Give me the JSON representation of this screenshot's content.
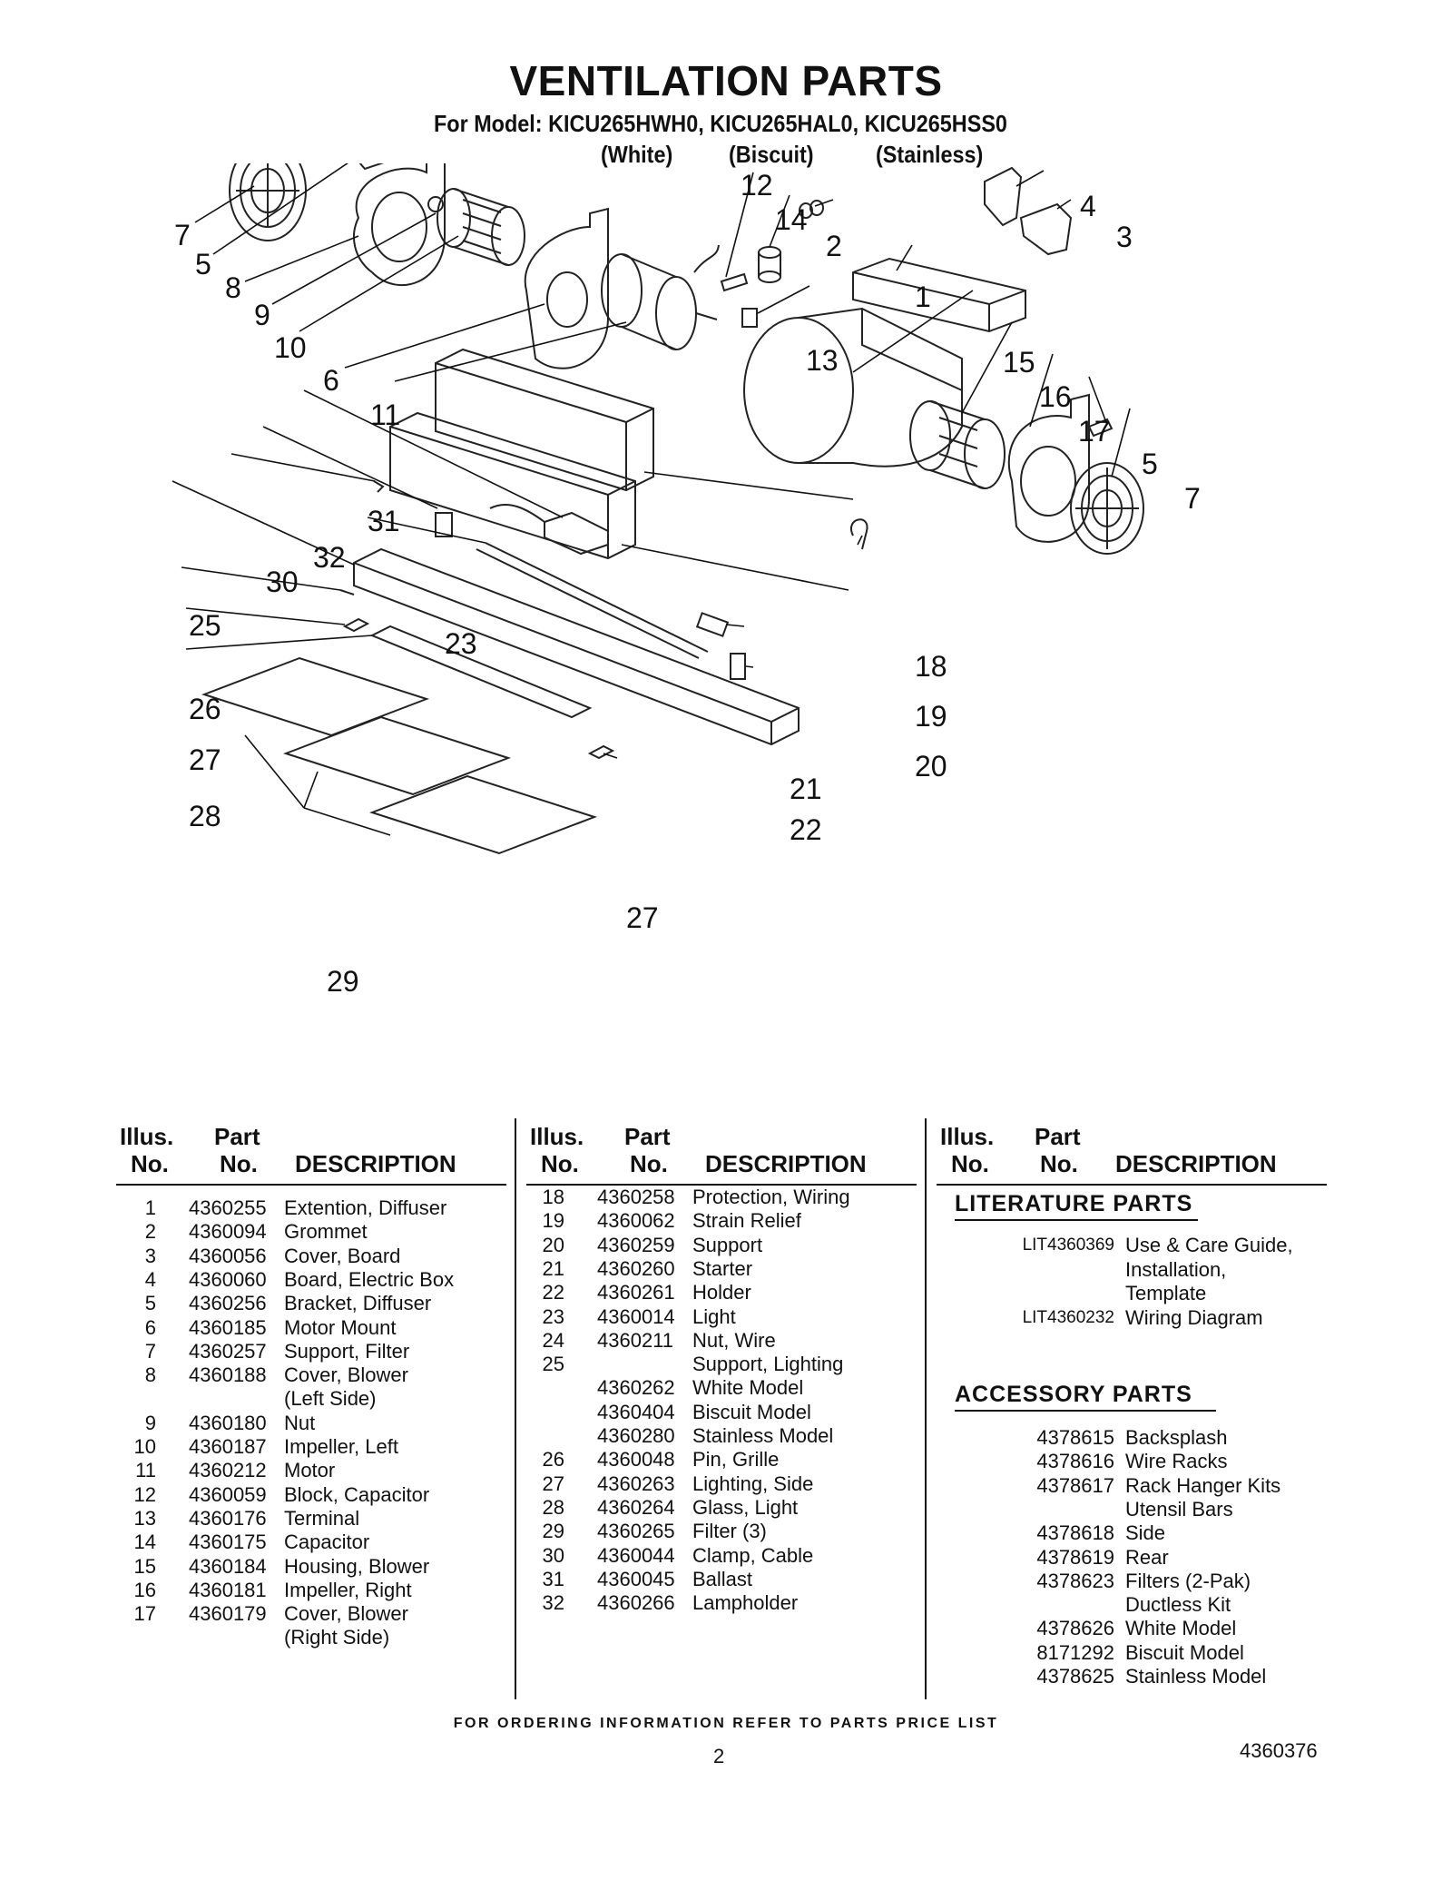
{
  "header": {
    "title": "VENTILATION PARTS",
    "subtitle": "For Model: KICU265HWH0, KICU265HAL0, KICU265HSS0",
    "variants": [
      "(White)",
      "(Biscuit)",
      "(Stainless)"
    ]
  },
  "table_header": {
    "illus_1": "Illus.",
    "illus_2": "No.",
    "part_1": "Part",
    "part_2": "No.",
    "desc": "DESCRIPTION"
  },
  "column1": [
    {
      "illus": "1",
      "part": "4360255",
      "desc": "Extention, Diffuser"
    },
    {
      "illus": "2",
      "part": "4360094",
      "desc": "Grommet"
    },
    {
      "illus": "3",
      "part": "4360056",
      "desc": "Cover, Board"
    },
    {
      "illus": "4",
      "part": "4360060",
      "desc": "Board, Electric Box"
    },
    {
      "illus": "5",
      "part": "4360256",
      "desc": "Bracket, Diffuser"
    },
    {
      "illus": "6",
      "part": "4360185",
      "desc": "Motor Mount"
    },
    {
      "illus": "7",
      "part": "4360257",
      "desc": "Support, Filter"
    },
    {
      "illus": "8",
      "part": "4360188",
      "desc": "Cover, Blower"
    },
    {
      "illus": "",
      "part": "",
      "desc": "(Left Side)"
    },
    {
      "illus": "9",
      "part": "4360180",
      "desc": "Nut"
    },
    {
      "illus": "10",
      "part": "4360187",
      "desc": "Impeller, Left"
    },
    {
      "illus": "11",
      "part": "4360212",
      "desc": "Motor"
    },
    {
      "illus": "12",
      "part": "4360059",
      "desc": "Block, Capacitor"
    },
    {
      "illus": "13",
      "part": "4360176",
      "desc": "Terminal"
    },
    {
      "illus": "14",
      "part": "4360175",
      "desc": "Capacitor"
    },
    {
      "illus": "15",
      "part": "4360184",
      "desc": "Housing, Blower"
    },
    {
      "illus": "16",
      "part": "4360181",
      "desc": "Impeller, Right"
    },
    {
      "illus": "17",
      "part": "4360179",
      "desc": "Cover, Blower"
    },
    {
      "illus": "",
      "part": "",
      "desc": "(Right Side)"
    }
  ],
  "column2": [
    {
      "illus": "18",
      "part": "4360258",
      "desc": "Protection, Wiring"
    },
    {
      "illus": "19",
      "part": "4360062",
      "desc": "Strain Relief"
    },
    {
      "illus": "20",
      "part": "4360259",
      "desc": "Support"
    },
    {
      "illus": "21",
      "part": "4360260",
      "desc": "Starter"
    },
    {
      "illus": "22",
      "part": "4360261",
      "desc": "Holder"
    },
    {
      "illus": "23",
      "part": "4360014",
      "desc": "Light"
    },
    {
      "illus": "24",
      "part": "4360211",
      "desc": "Nut, Wire"
    },
    {
      "illus": "25",
      "part": "",
      "desc": "Support, Lighting"
    },
    {
      "illus": "",
      "part": "4360262",
      "desc": "White Model"
    },
    {
      "illus": "",
      "part": "4360404",
      "desc": "Biscuit Model"
    },
    {
      "illus": "",
      "part": "4360280",
      "desc": "Stainless Model"
    },
    {
      "illus": "26",
      "part": "4360048",
      "desc": "Pin, Grille"
    },
    {
      "illus": "27",
      "part": "4360263",
      "desc": "Lighting, Side"
    },
    {
      "illus": "28",
      "part": "4360264",
      "desc": "Glass, Light"
    },
    {
      "illus": "29",
      "part": "4360265",
      "desc": "Filter (3)"
    },
    {
      "illus": "30",
      "part": "4360044",
      "desc": "Clamp, Cable"
    },
    {
      "illus": "31",
      "part": "4360045",
      "desc": "Ballast"
    },
    {
      "illus": "32",
      "part": "4360266",
      "desc": "Lampholder"
    }
  ],
  "literature": {
    "title": "LITERATURE PARTS",
    "items": [
      {
        "part": "LIT4360369",
        "desc": "Use & Care Guide,"
      },
      {
        "part": "",
        "desc": "Installation,"
      },
      {
        "part": "",
        "desc": "Template"
      },
      {
        "part": "LIT4360232",
        "desc": "Wiring Diagram"
      }
    ]
  },
  "accessory": {
    "title": "ACCESSORY PARTS",
    "items": [
      {
        "part": "4378615",
        "desc": "Backsplash"
      },
      {
        "part": "4378616",
        "desc": "Wire Racks"
      },
      {
        "part": "4378617",
        "desc": "Rack Hanger Kits"
      },
      {
        "part": "",
        "desc": "Utensil Bars"
      },
      {
        "part": "4378618",
        "desc": "Side"
      },
      {
        "part": "4378619",
        "desc": "Rear"
      },
      {
        "part": "4378623",
        "desc": "Filters (2-Pak)"
      },
      {
        "part": "",
        "desc": "Ductless Kit"
      },
      {
        "part": "4378626",
        "desc": "White Model"
      },
      {
        "part": "8171292",
        "desc": "Biscuit Model"
      },
      {
        "part": "4378625",
        "desc": "Stainless Model"
      }
    ]
  },
  "callouts": [
    "7",
    "5",
    "8",
    "9",
    "10",
    "6",
    "11",
    "12",
    "14",
    "2",
    "13",
    "1",
    "4",
    "3",
    "15",
    "16",
    "17",
    "5",
    "7",
    "31",
    "32",
    "30",
    "25",
    "23",
    "18",
    "19",
    "20",
    "26",
    "27",
    "21",
    "22",
    "28",
    "27",
    "29"
  ],
  "footer": {
    "note": "FOR ORDERING INFORMATION REFER TO PARTS PRICE LIST",
    "page": "2",
    "doc_number": "4360376"
  }
}
